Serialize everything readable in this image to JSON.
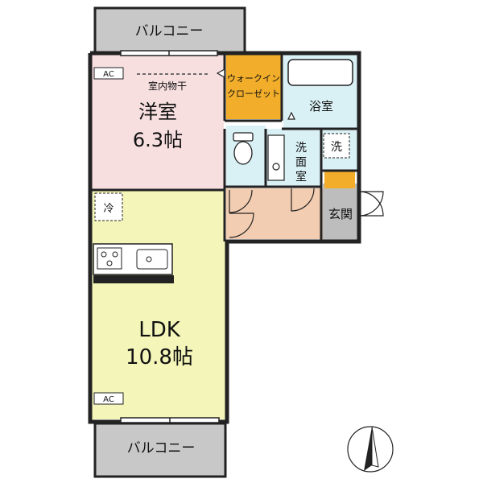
{
  "labels": {
    "balcony_top": "バルコニー",
    "balcony_bottom": "バルコニー",
    "ac_top": "AC",
    "ac_bottom": "AC",
    "indoor_drying": "室内物干",
    "western_room": "洋室",
    "western_room_size": "6.3帖",
    "walkin_line1": "ウォークイン",
    "walkin_line2": "クローゼット",
    "bathroom": "浴室",
    "washroom_1": "洗",
    "washroom_2": "面",
    "washroom_3": "室",
    "washer": "洗",
    "entrance": "玄関",
    "fridge": "冷",
    "ldk": "LDK",
    "ldk_size": "10.8帖"
  },
  "colors": {
    "western_room": "#f7dfe0",
    "ldk": "#f4f5b9",
    "walkin": "#f2ad2a",
    "wet_area": "#d9f0f5",
    "hall": "#f2cdb1",
    "entrance": "#bdbdbd",
    "balcony": "#c8c8c8",
    "wall": "#222222"
  },
  "icons": {
    "north_arrow": "north-arrow-icon",
    "stove": "stove-icon",
    "sink": "sink-icon",
    "toilet": "toilet-icon",
    "bathtub": "bathtub-icon"
  }
}
